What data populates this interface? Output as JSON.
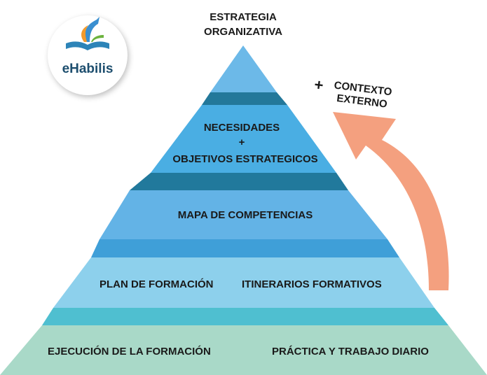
{
  "logo": {
    "text": "eHabilis"
  },
  "pyramid": {
    "top": "ESTRATEGIA\nORGANIZATIVA",
    "level2_line1": "NECESIDADES",
    "level2_plus": "+",
    "level2_line2": "OBJETIVOS ESTRATEGICOS",
    "level3": "MAPA DE COMPETENCIAS",
    "level4_left": "PLAN DE FORMACIÓN",
    "level4_right": "ITINERARIOS FORMATIVOS",
    "level5_left": "EJECUCIÓN DE LA FORMACIÓN",
    "level5_right": "PRÁCTICA Y TRABAJO DIARIO"
  },
  "arrow": {
    "plus": "+",
    "label_line1": "CONTEXTO",
    "label_line2": "EXTERNO"
  },
  "colors": {
    "top": "#6cb9e8",
    "level2": "#4aaee3",
    "level3": "#63b3e6",
    "level4": "#8dd0ec",
    "level5": "#a9d9c8",
    "arrow": "#f4a07f"
  }
}
